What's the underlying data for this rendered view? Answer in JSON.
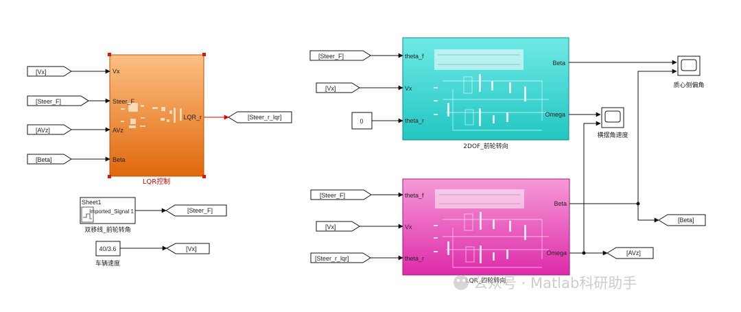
{
  "lqr_block": {
    "name": "LQR控制",
    "inputs": [
      "Vx",
      "Steer_F",
      "AVz",
      "Beta"
    ],
    "output": "LQR_r"
  },
  "goto_tags": {
    "lqr_vx": "[Vx]",
    "lqr_steer_f": "[Steer_F]",
    "lqr_avz": "[AVz]",
    "lqr_beta": "[Beta]",
    "steer_r_lqr_out": "[Steer_r_lqr]",
    "sig_steer_f_out": "[Steer_F]",
    "speed_vx_out": "[Vx]",
    "f2_steer_f": "[Steer_F]",
    "f2_vx": "[Vx]",
    "f4_steer_f": "[Steer_F]",
    "f4_vx": "[Vx]",
    "f4_steer_r_lqr": "[Steer_r_lqr]",
    "beta_out": "[Beta]",
    "avz_out": "[AVz]"
  },
  "signal_builder": {
    "title": "Sheet1",
    "signal": "Imported_Signal 1",
    "caption": "双移线_前轮转角"
  },
  "speed_const": {
    "value": "40/3.6",
    "caption": "车辆速度"
  },
  "const_zero": {
    "value": "0"
  },
  "model_2dof": {
    "caption": "2DOF_前轮转向",
    "inputs": [
      "theta_f",
      "Vx",
      "theta_r"
    ],
    "outputs": [
      "Beta",
      "Omega"
    ],
    "color": "#34d3d0"
  },
  "model_4ws": {
    "caption": "LQR_四轮转向",
    "inputs": [
      "theta_f",
      "Vx",
      "theta_r"
    ],
    "outputs": [
      "Beta",
      "Omega"
    ],
    "color": "#e233b0"
  },
  "scope_beta": {
    "caption": "质心侧偏角"
  },
  "scope_omega": {
    "caption": "横摆角速度"
  },
  "watermark": "公众号 · Matlab科研助手"
}
